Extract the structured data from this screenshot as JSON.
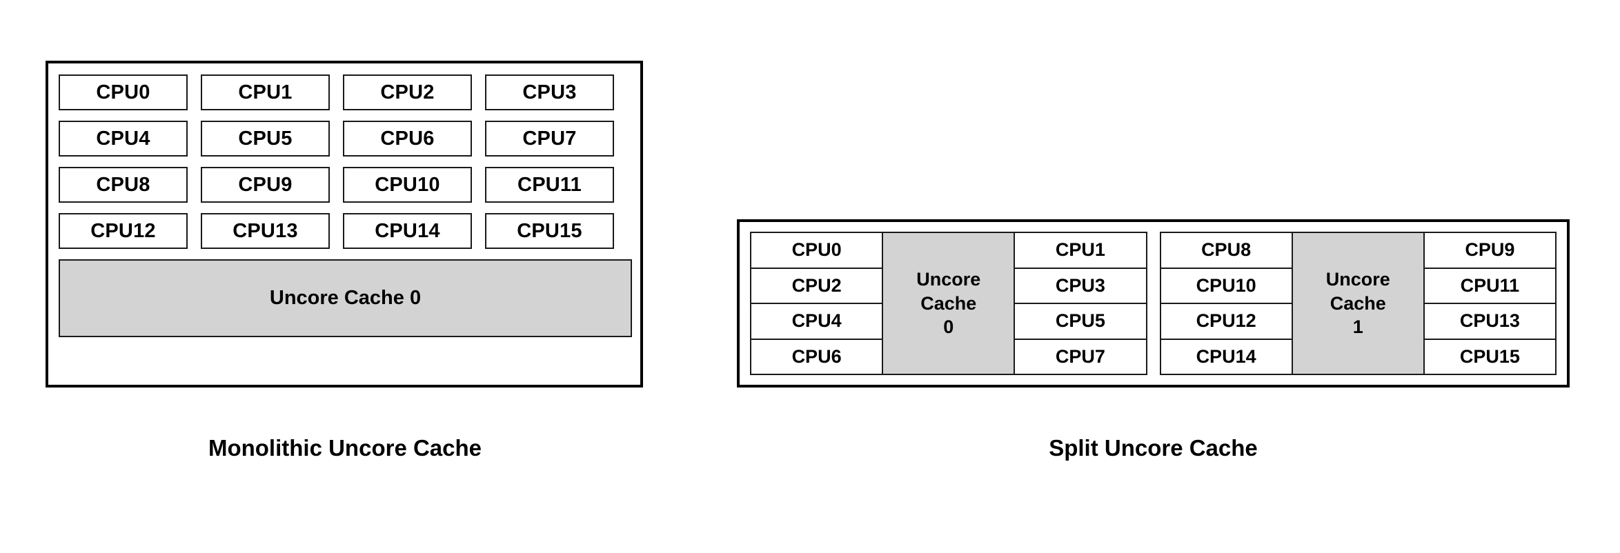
{
  "figures": [
    {
      "id": "monolithic",
      "caption": "Monolithic Uncore Cache",
      "cpus": [
        "CPU0",
        "CPU1",
        "CPU2",
        "CPU3",
        "CPU4",
        "CPU5",
        "CPU6",
        "CPU7",
        "CPU8",
        "CPU9",
        "CPU10",
        "CPU11",
        "CPU12",
        "CPU13",
        "CPU14",
        "CPU15"
      ],
      "cache_label": "Uncore Cache 0"
    },
    {
      "id": "split",
      "caption": "Split Uncore Cache",
      "groups": [
        {
          "left_cpus": [
            "CPU0",
            "CPU2",
            "CPU4",
            "CPU6"
          ],
          "cache_lines": [
            "Uncore",
            "Cache",
            "0"
          ],
          "right_cpus": [
            "CPU1",
            "CPU3",
            "CPU5",
            "CPU7"
          ]
        },
        {
          "left_cpus": [
            "CPU8",
            "CPU10",
            "CPU12",
            "CPU14"
          ],
          "cache_lines": [
            "Uncore",
            "Cache",
            "1"
          ],
          "right_cpus": [
            "CPU9",
            "CPU11",
            "CPU13",
            "CPU15"
          ]
        }
      ]
    }
  ],
  "colors": {
    "background": "#ffffff",
    "cache_fill": "#d3d3d3",
    "border": "#000000",
    "text": "#000000"
  }
}
